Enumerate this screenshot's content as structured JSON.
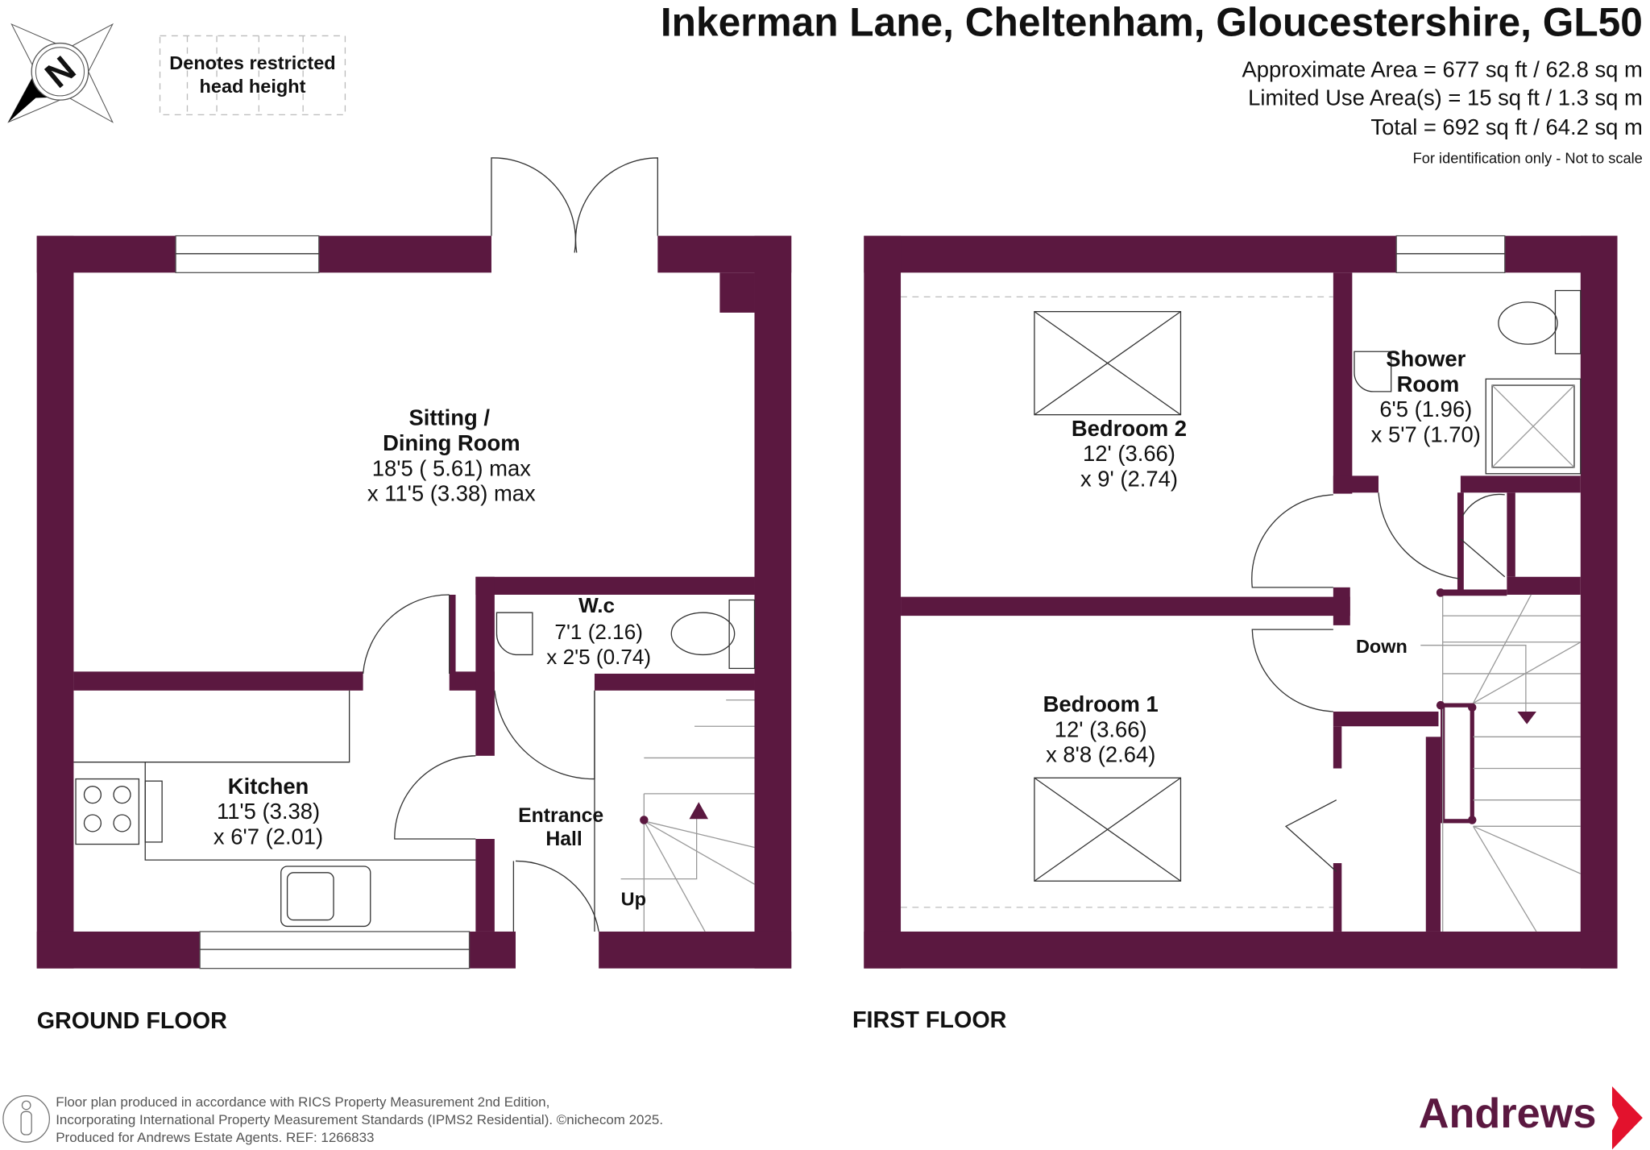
{
  "header": {
    "title": "Inkerman Lane, Cheltenham, Gloucestershire, GL50",
    "approx_area": "Approximate Area = 677 sq ft / 62.8 sq m",
    "limited_area": "Limited Use Area(s) = 15 sq ft / 1.3 sq m",
    "total": "Total = 692 sq ft / 64.2 sq m",
    "disclaimer": "For identification only - Not to scale"
  },
  "legend": {
    "line1": "Denotes restricted",
    "line2": "head height"
  },
  "compass": {
    "letter": "N"
  },
  "ground_floor": {
    "label": "GROUND FLOOR",
    "rooms": {
      "sitting": [
        "Sitting /",
        "Dining Room",
        "18'5 ( 5.61) max",
        "x 11'5 (3.38) max"
      ],
      "wc": [
        "W.c",
        "7'1 (2.16)",
        "x 2'5  (0.74)"
      ],
      "kitchen": [
        "Kitchen",
        "11'5 (3.38)",
        "x 6'7 (2.01)"
      ],
      "hall": [
        "Entrance",
        "Hall"
      ],
      "up": "Up"
    }
  },
  "first_floor": {
    "label": "FIRST FLOOR",
    "rooms": {
      "bedroom2": [
        "Bedroom 2",
        "12' (3.66)",
        "x 9' (2.74)"
      ],
      "shower": [
        "Shower",
        "Room",
        "6'5 (1.96)",
        "x 5'7 (1.70)"
      ],
      "bedroom1": [
        "Bedroom 1",
        "12' (3.66)",
        "x 8'8 (2.64)"
      ],
      "down": "Down"
    }
  },
  "footer": {
    "line1": "Floor plan produced in accordance with RICS Property Measurement 2nd Edition,",
    "line2": "Incorporating International Property Measurement Standards (IPMS2 Residential).   ©nichecom 2025.",
    "line3": "Produced for Andrews Estate Agents.   REF: 1266833",
    "logo": "Andrews"
  },
  "colors": {
    "wall": "#5b1840",
    "logo_red": "#e3122d"
  }
}
